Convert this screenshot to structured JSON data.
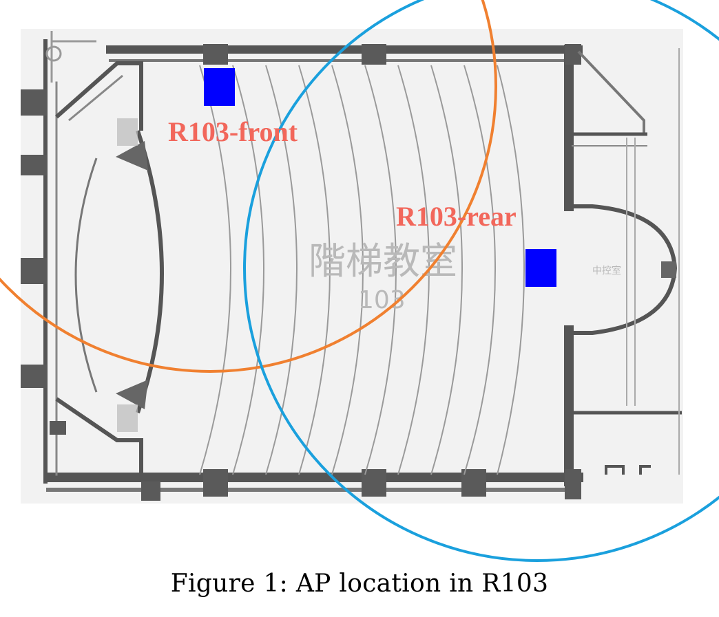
{
  "figure": {
    "caption": "Figure 1: AP location in R103"
  },
  "floorplan": {
    "room_name": "階梯教室",
    "room_number": "103",
    "side_room_label": "中控室"
  },
  "access_points": [
    {
      "label": "R103-front",
      "marker_color": "#0000ff",
      "coverage_color": "#f08030"
    },
    {
      "label": "R103-rear",
      "marker_color": "#0000ff",
      "coverage_color": "#1aa0dd"
    }
  ],
  "colors": {
    "label_color": "#f2675b",
    "wall_color": "#555555"
  }
}
